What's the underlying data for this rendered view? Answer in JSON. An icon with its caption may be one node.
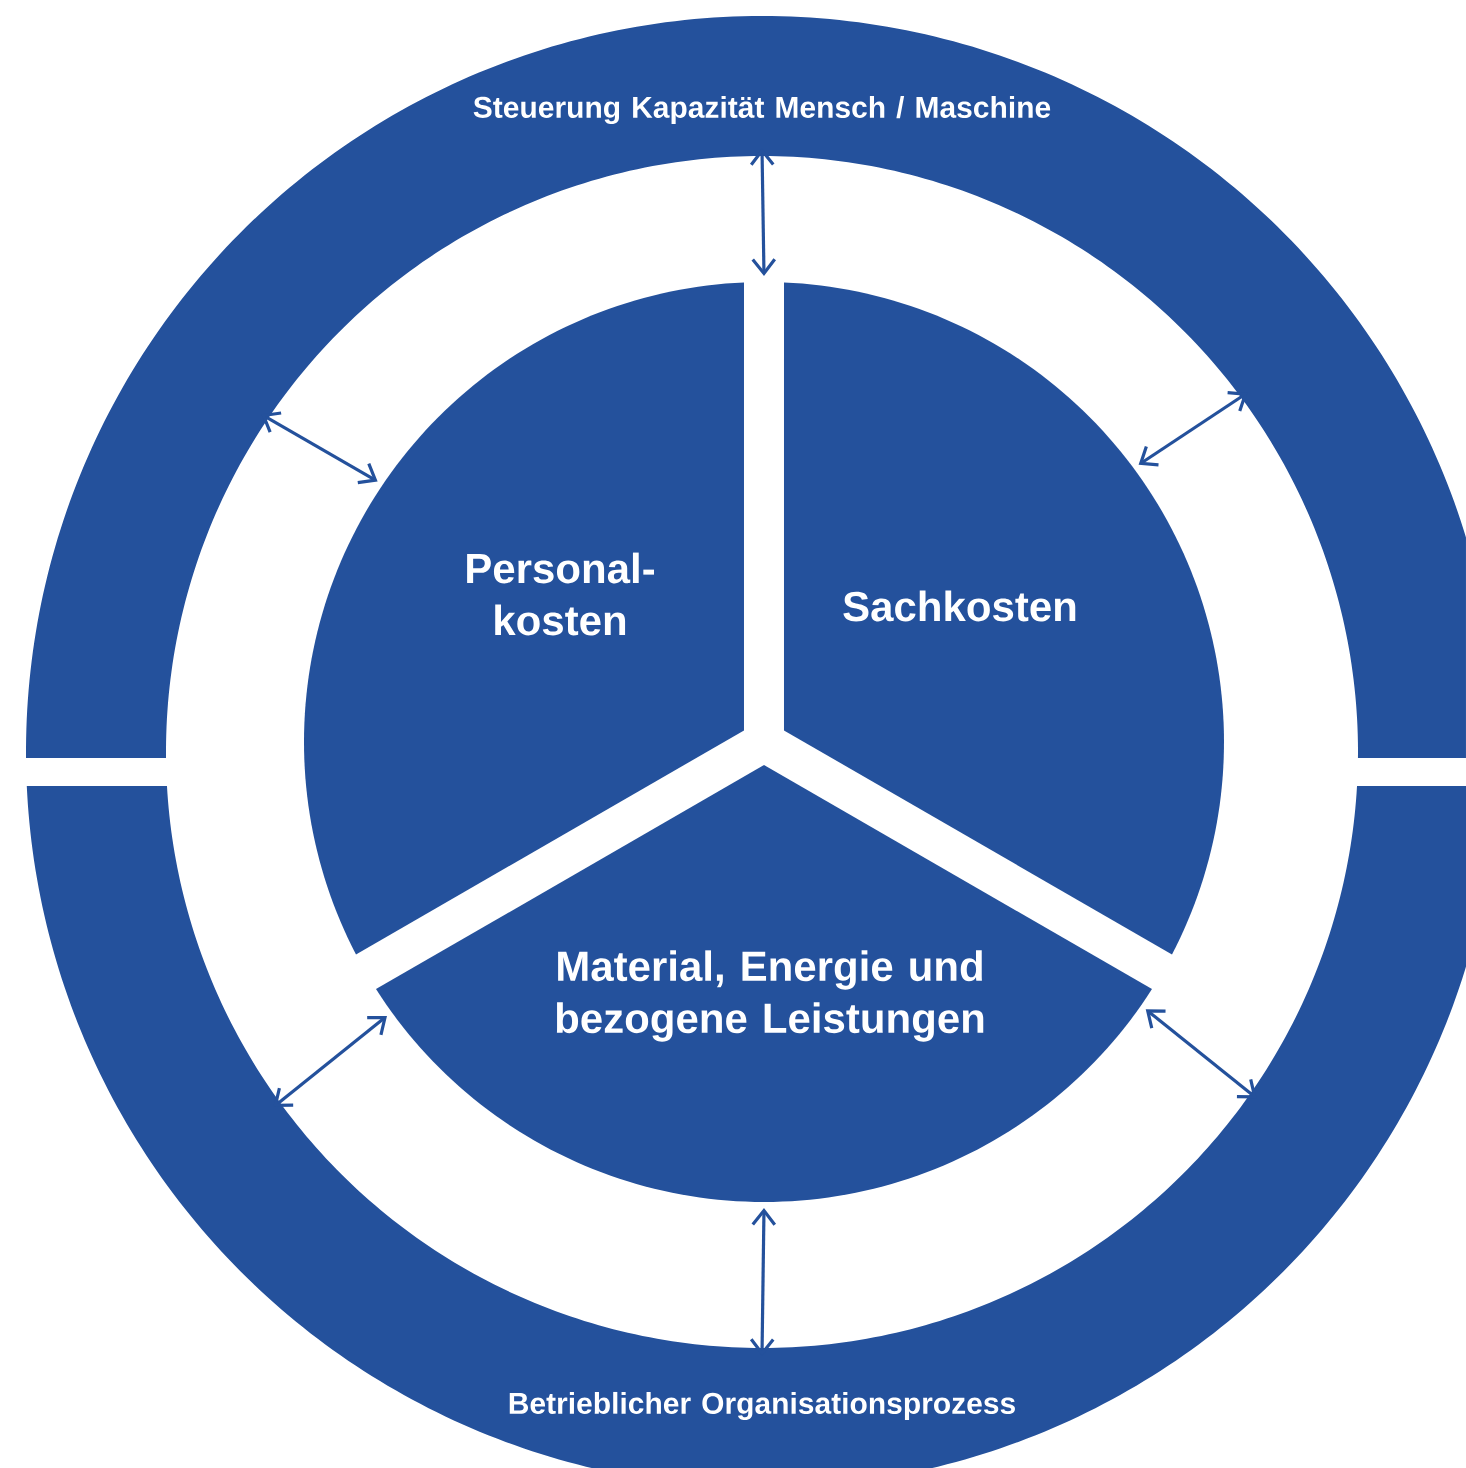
{
  "diagram": {
    "nodes": [
      {
        "text": [
          "Steuerung Kapazität Mensch / Maschine"
        ]
      },
      {
        "text": [
          "Betrieblicher Organisationsprozess"
        ]
      },
      {
        "text": [
          "Personal- kosten"
        ]
      },
      {
        "text": [
          "Sachkosten"
        ]
      },
      {
        "text": [
          "Material, Energie und bezogene Leistungen"
        ]
      }
    ],
    "edges": [
      {
        "from": 0,
        "to": 2,
        "arrow": "both"
      },
      {
        "from": 0,
        "to": 2,
        "arrow": "both"
      },
      {
        "from": 0,
        "to": 3,
        "arrow": "both"
      },
      {
        "from": 1,
        "to": 4,
        "arrow": "both"
      },
      {
        "from": 4,
        "to": 1,
        "arrow": "both"
      },
      {
        "from": 4,
        "to": 1,
        "arrow": "both"
      }
    ]
  }
}
